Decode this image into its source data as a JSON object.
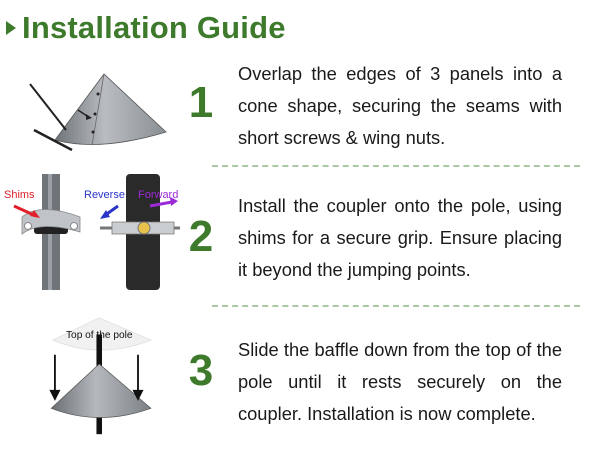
{
  "header": {
    "title": "Installation Guide"
  },
  "steps": [
    {
      "number": "1",
      "text": "Overlap the edges of 3 panels into a cone shape,  securing the seams with short screws & wing nuts."
    },
    {
      "number": "2",
      "text": "Install the coupler onto the pole, using shims for a secure grip. Ensure placing it beyond the jumping points.",
      "labels": {
        "shims": "Shims",
        "reverse": "Reverse",
        "forward": "Forward"
      }
    },
    {
      "number": "3",
      "text": "Slide the baffle down from the top of the pole until it rests securely on the coupler. Installation is now complete.",
      "labels": {
        "top": "Top of the pole"
      }
    }
  ],
  "colors": {
    "accent_green": "#3e7a2c",
    "divider": "#a9c9a0",
    "shims_red": "#e0202a",
    "reverse_blue": "#2a35c8",
    "forward_purple": "#9b2bd6"
  }
}
